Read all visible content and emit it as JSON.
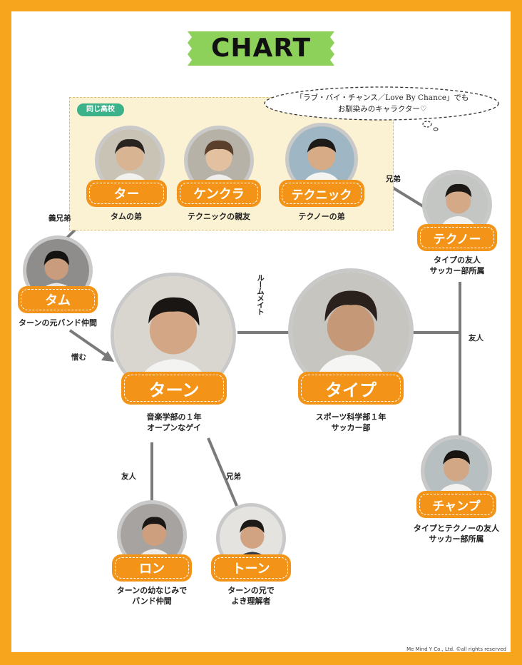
{
  "title": "CHART",
  "group_tag": "同じ高校",
  "note": "「ラブ・バイ・チャンス／Love By Chance」でも\nお馴染みのキャラクター♡",
  "colors": {
    "border": "#f6a51c",
    "label": "#f39418",
    "tag": "#3cb28b",
    "title_tape": "#8ed15a",
    "line": "#7a7a7a"
  },
  "characters": {
    "tar": {
      "name": "ター",
      "desc": "タムの弟"
    },
    "kengkla": {
      "name": "ケンクラ",
      "desc": "テクニックの親友"
    },
    "technic": {
      "name": "テクニック",
      "desc": "テクノーの弟"
    },
    "techno": {
      "name": "テクノー",
      "desc": "タイプの友人\nサッカー部所属"
    },
    "tum": {
      "name": "タム",
      "desc": "ターンの元バンド仲間"
    },
    "tharn": {
      "name": "ターン",
      "desc": "音楽学部の１年\nオープンなゲイ"
    },
    "type": {
      "name": "タイプ",
      "desc": "スポーツ科学部１年\nサッカー部"
    },
    "champ": {
      "name": "チャンプ",
      "desc": "タイプとテクノーの友人\nサッカー部所属"
    },
    "lhong": {
      "name": "ロン",
      "desc": "ターンの幼なじみで\nバンド仲間"
    },
    "thorn": {
      "name": "トーン",
      "desc": "ターンの兄で\nよき理解者"
    }
  },
  "relations": {
    "step_brothers": "義兄弟",
    "brothers_technic": "兄弟",
    "roommate": "ルームメイト",
    "hate": "憎む",
    "friend_type": "友人",
    "friend_lhong": "友人",
    "brother_thorn": "兄弟"
  },
  "copyright": "Me Mind Y Co., Ltd. ©all rights reserved"
}
